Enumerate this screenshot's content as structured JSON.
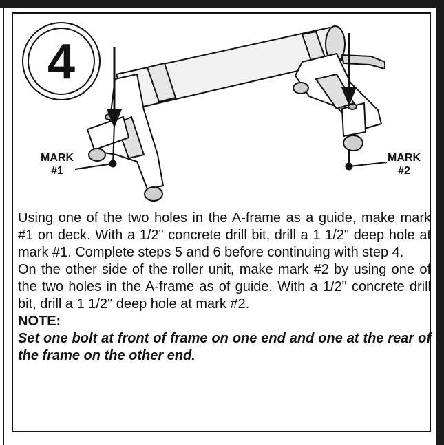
{
  "step": {
    "number": "4"
  },
  "marks": {
    "mark1": [
      "MARK",
      "#1"
    ],
    "mark2": [
      "MARK",
      "#2"
    ]
  },
  "instructions": {
    "paragraph1": "Using one of the two holes in the A-frame as a guide, make mark #1 on deck. With a 1/2\" concrete drill bit, drill a 1 1/2\" deep hole at mark #1. Complete steps 5 and 6 before continuing with step 4.",
    "paragraph2": "On the other side of the roller unit, make mark #2 by using one of the two holes in the A-frame as of guide. With a 1/2\" concrete drill bit, drill a 1 1/2\" deep hole at mark #2.",
    "note_label": "NOTE:",
    "note_text": "Set one bolt at front of frame on one end and one at the rear of the frame on the other end."
  }
}
